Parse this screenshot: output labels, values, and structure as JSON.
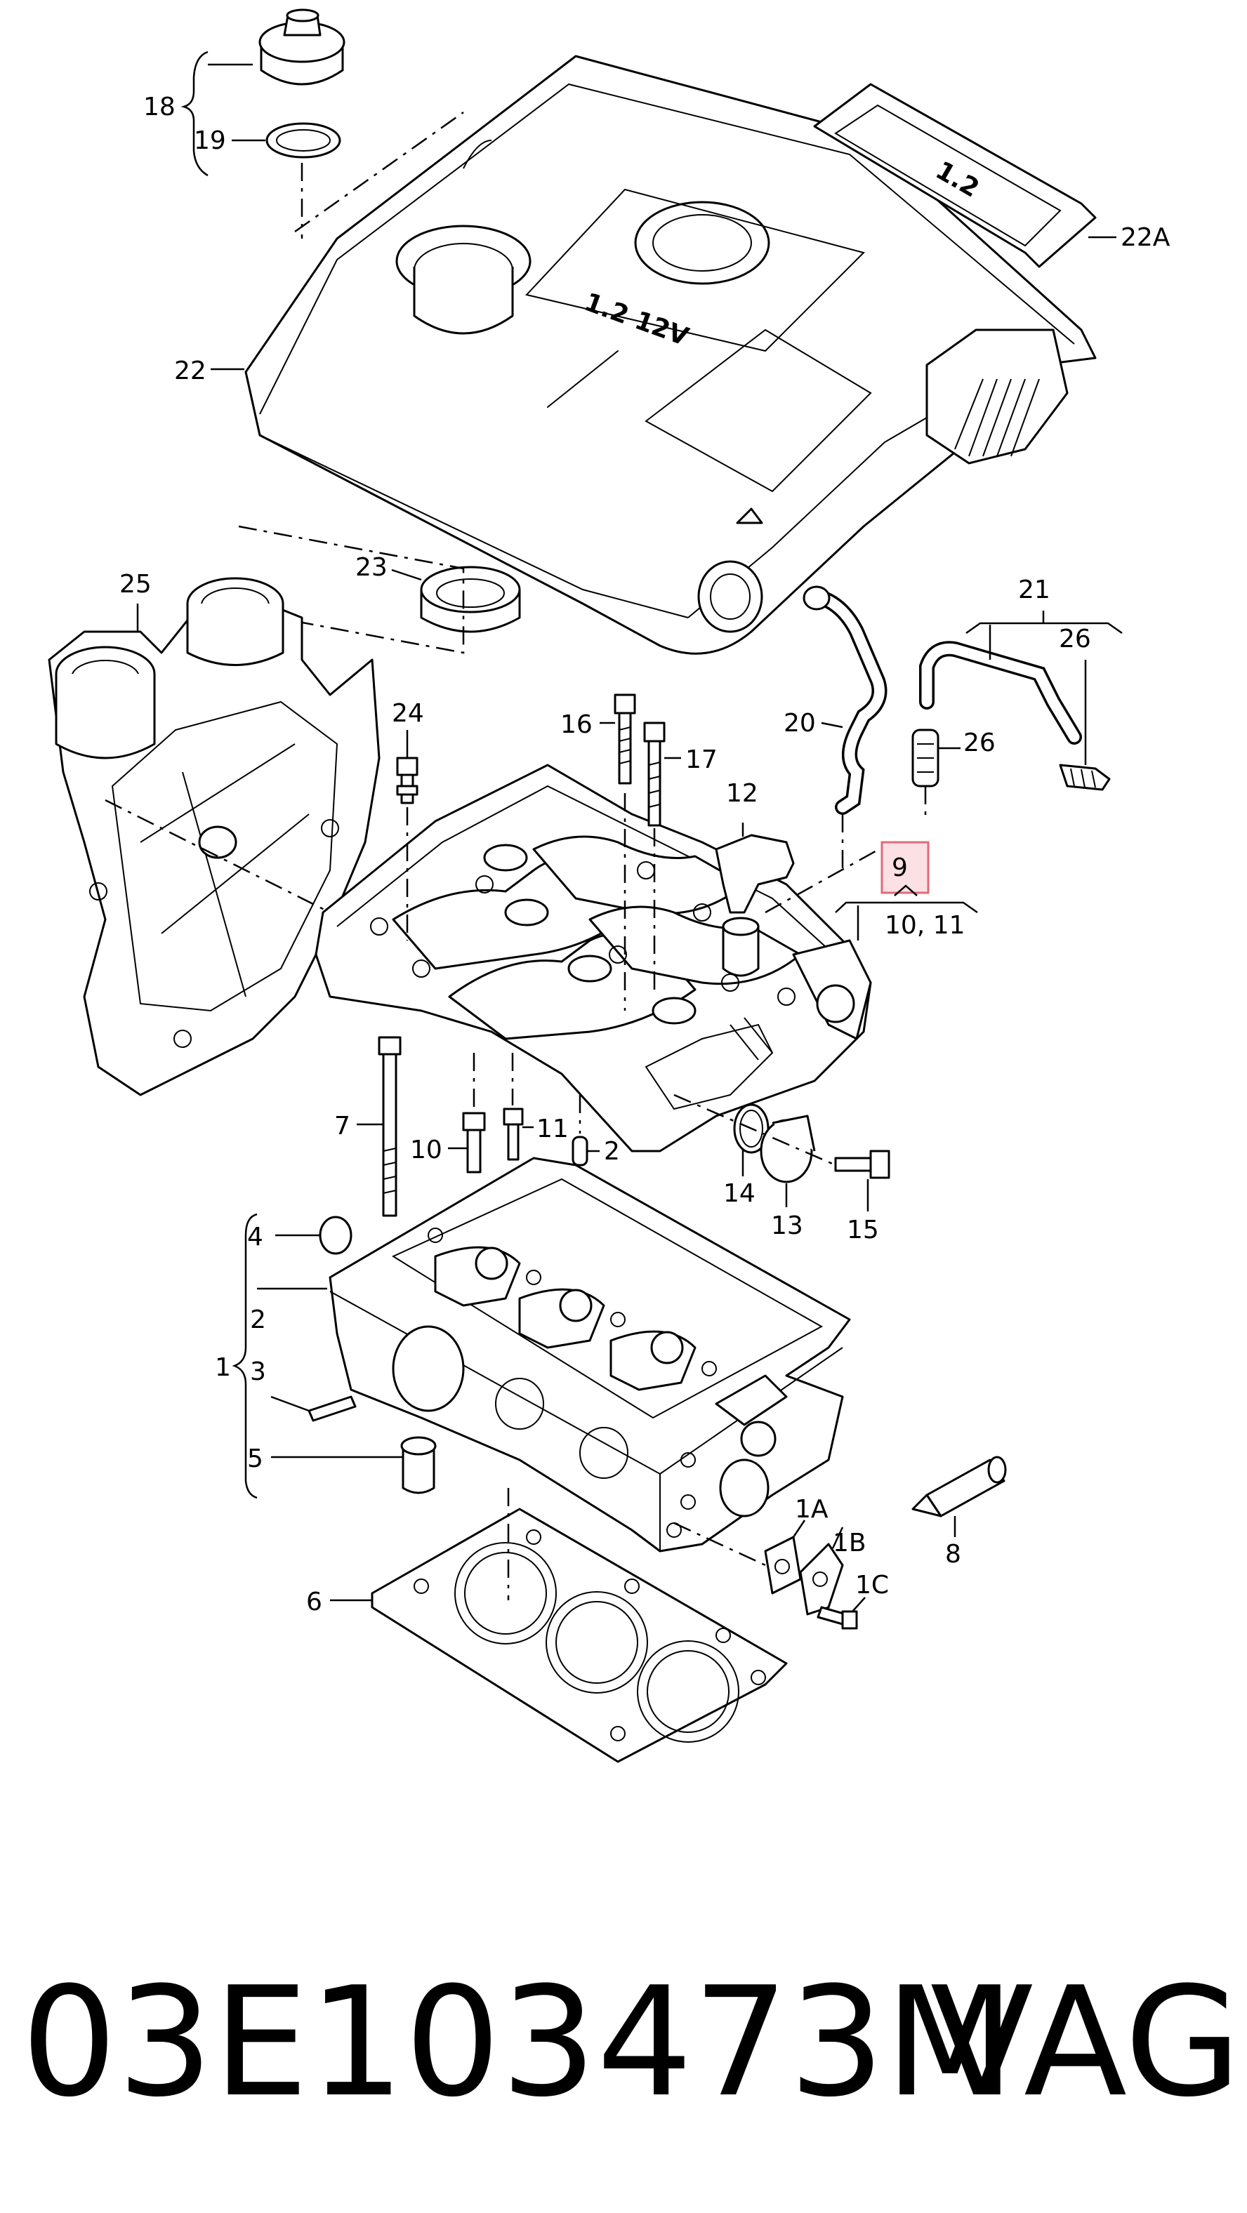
{
  "callouts": {
    "c1": "1",
    "c1a": "1A",
    "c1b": "1B",
    "c1c": "1C",
    "c2": "2",
    "c2b": "2",
    "c3": "3",
    "c4": "4",
    "c5": "5",
    "c6": "6",
    "c7": "7",
    "c8": "8",
    "c9": "9",
    "c10": "10",
    "c10_11": "10, 11",
    "c11": "11",
    "c12": "12",
    "c13": "13",
    "c14": "14",
    "c15": "15",
    "c16": "16",
    "c17": "17",
    "c18": "18",
    "c19": "19",
    "c20": "20",
    "c21": "21",
    "c22": "22",
    "c22a": "22A",
    "c23": "23",
    "c24": "24",
    "c25": "25",
    "c26": "26",
    "c26b": "26"
  },
  "cover_marking": "1.2 12V",
  "badge_marking": "1.2",
  "highlight_color": "#fde0e3",
  "footer": {
    "part_number": "03E103473M",
    "brand": "VAG"
  }
}
